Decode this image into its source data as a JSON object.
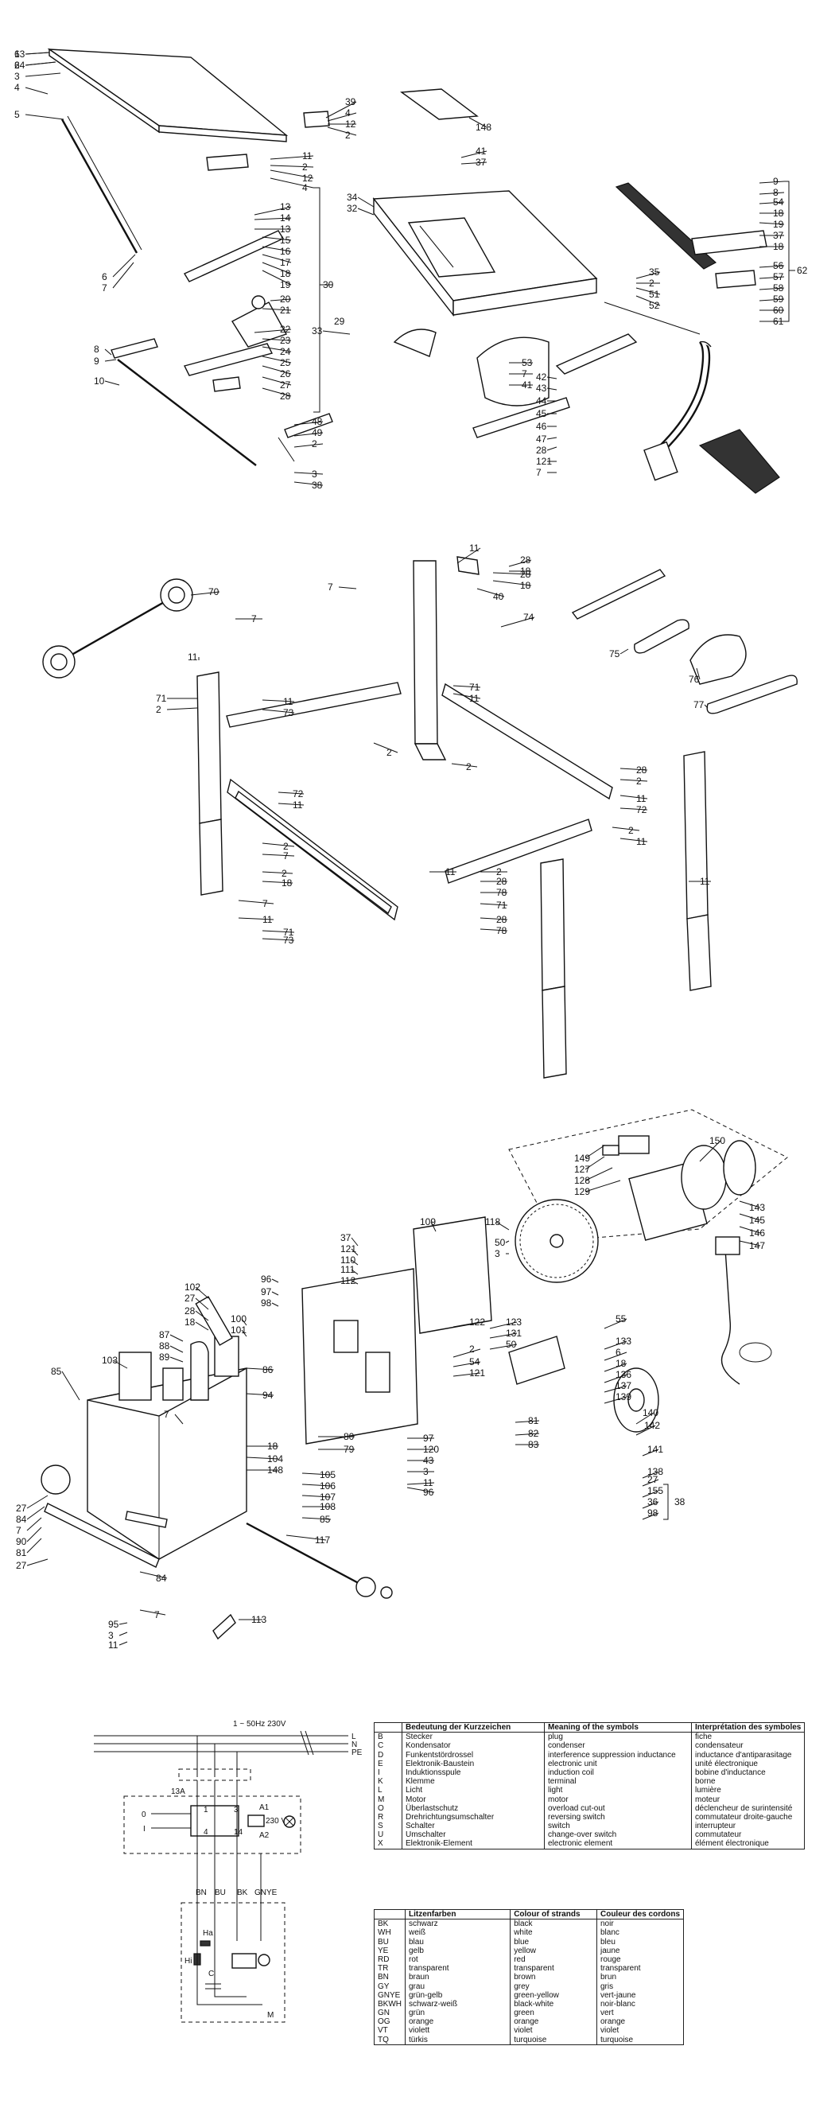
{
  "section1_callouts": [
    "1",
    "2",
    "3",
    "4",
    "5",
    "6",
    "7",
    "8",
    "9",
    "10",
    "11",
    "2",
    "12",
    "4",
    "39",
    "4",
    "12",
    "2",
    "148",
    "41",
    "37",
    "13",
    "14",
    "13",
    "15",
    "16",
    "17",
    "18",
    "19",
    "30",
    "20",
    "21",
    "22",
    "23",
    "24",
    "25",
    "26",
    "27",
    "28",
    "29",
    "34",
    "32",
    "33",
    "35",
    "2",
    "51",
    "52",
    "53",
    "7",
    "41",
    "42",
    "43",
    "44",
    "45",
    "46",
    "47",
    "28",
    "121",
    "7",
    "48",
    "49",
    "2",
    "3",
    "38",
    "9",
    "8",
    "54",
    "18",
    "19",
    "37",
    "18",
    "56",
    "57",
    "58",
    "59",
    "60",
    "61",
    "62",
    "63",
    "64"
  ],
  "section2_callouts": [
    "11",
    "28",
    "18",
    "7",
    "40",
    "28",
    "18",
    "70",
    "7",
    "74",
    "75",
    "76",
    "77",
    "11",
    "71",
    "2",
    "11",
    "73",
    "71",
    "11",
    "2",
    "2",
    "72",
    "11",
    "2",
    "7",
    "2",
    "18",
    "28",
    "2",
    "11",
    "72",
    "11",
    "2",
    "11",
    "7",
    "11",
    "71",
    "73",
    "2",
    "28",
    "78",
    "71",
    "28",
    "78",
    "11"
  ],
  "section3_callouts": [
    "149",
    "150",
    "127",
    "128",
    "129",
    "143",
    "145",
    "146",
    "147",
    "50",
    "118",
    "3",
    "109",
    "37",
    "121",
    "110",
    "111",
    "112",
    "96",
    "97",
    "98",
    "102",
    "27",
    "28",
    "18",
    "100",
    "101",
    "87",
    "88",
    "89",
    "85",
    "103",
    "86",
    "94",
    "80",
    "79",
    "7",
    "18",
    "104",
    "148",
    "105",
    "106",
    "107",
    "108",
    "85",
    "117",
    "96",
    "97",
    "120",
    "43",
    "3",
    "11",
    "2",
    "54",
    "121",
    "122",
    "123",
    "131",
    "50",
    "55",
    "133",
    "6",
    "18",
    "136",
    "137",
    "139",
    "140",
    "142",
    "141",
    "138",
    "27",
    "155",
    "36",
    "98",
    "38",
    "81",
    "82",
    "83",
    "27",
    "84",
    "7",
    "90",
    "81",
    "27",
    "84",
    "7",
    "95",
    "3",
    "11",
    "113"
  ],
  "wiring": {
    "supply": "1 ~ 50Hz 230V",
    "l": "L",
    "n": "N",
    "pe": "PE",
    "switch_ref": "13A",
    "zero": "0",
    "one": "I",
    "c1": "1",
    "c3": "3",
    "c4": "4",
    "c14": "14",
    "coil": "230 V",
    "a1": "A1",
    "a2": "A2",
    "colours": [
      "BN",
      "BU",
      "BK",
      "GNYE"
    ],
    "motor_ha": "Ha",
    "motor_hi": "Hi",
    "cap": "C",
    "motor": "M"
  },
  "symbols_table": {
    "headers": [
      "",
      "Bedeutung der Kurzzeichen",
      "Meaning of the symbols",
      "Interprétation des symboles"
    ],
    "codes": [
      "B",
      "C",
      "D",
      "E",
      "I",
      "K",
      "L",
      "M",
      "O",
      "R",
      "S",
      "U",
      "X"
    ],
    "de": [
      "Stecker",
      "Kondensator",
      "Funkentstördrossel",
      "Elektronik-Baustein",
      "Induktionsspule",
      "Klemme",
      "Licht",
      "Motor",
      "Überlastschutz",
      "Drehrichtungsumschalter",
      "Schalter",
      "Umschalter",
      "Elektronik-Element"
    ],
    "en": [
      "plug",
      "condenser",
      "interference suppression inductance",
      "electronic unit",
      "induction coil",
      "terminal",
      "light",
      "motor",
      "overload cut-out",
      "reversing switch",
      "switch",
      "change-over switch",
      "electronic element"
    ],
    "fr": [
      "fiche",
      "condensateur",
      "inductance d'antiparasitage",
      "unité électronique",
      "bobine d'inductance",
      "borne",
      "lumière",
      "moteur",
      "déclencheur de surintensité",
      "commutateur droite-gauche",
      "interrupteur",
      "commutateur",
      "élément électronique"
    ]
  },
  "colours_table": {
    "headers": [
      "",
      "Litzenfarben",
      "Colour of strands",
      "Couleur des cordons"
    ],
    "codes": [
      "BK",
      "WH",
      "BU",
      "YE",
      "RD",
      "TR",
      "BN",
      "GY",
      "GNYE",
      "BKWH",
      "GN",
      "OG",
      "VT",
      "TQ"
    ],
    "de": [
      "schwarz",
      "weiß",
      "blau",
      "gelb",
      "rot",
      "transparent",
      "braun",
      "grau",
      "grün-gelb",
      "schwarz-weiß",
      "grün",
      "orange",
      "violett",
      "türkis"
    ],
    "en": [
      "black",
      "white",
      "blue",
      "yellow",
      "red",
      "transparent",
      "brown",
      "grey",
      "green-yellow",
      "black-white",
      "green",
      "orange",
      "violet",
      "turquoise"
    ],
    "fr": [
      "noir",
      "blanc",
      "bleu",
      "jaune",
      "rouge",
      "transparent",
      "brun",
      "gris",
      "vert-jaune",
      "noir-blanc",
      "vert",
      "orange",
      "violet",
      "turquoise"
    ]
  }
}
